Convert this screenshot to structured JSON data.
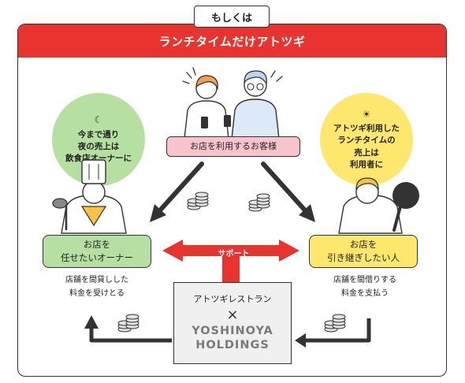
{
  "tag": "もしくは",
  "title": "ランチタイムだけアトツギ",
  "customer": "お店を利用するお客様",
  "left_bubble": {
    "lines": [
      "今まで通り",
      "夜の売上は",
      "飲食店オーナーに"
    ]
  },
  "right_bubble": {
    "lines": [
      "アトツギ利用した",
      "ランチタイムの",
      "売上は",
      "利用者に"
    ]
  },
  "owner": {
    "lines": [
      "お店を",
      "任せたいオーナー"
    ]
  },
  "successor": {
    "lines": [
      "お店を",
      "引き継ぎしたい人"
    ]
  },
  "owner_note": {
    "lines": [
      "店舗を間貸しした",
      "料金を受けとる"
    ]
  },
  "successor_note": {
    "lines": [
      "店舗を間借りする",
      "料金を支払う"
    ]
  },
  "support": "サポート",
  "hq": {
    "top": "アトツギレストラン",
    "x": "×",
    "brand_line1": "YOSHINOYA",
    "brand_line2": "HOLDINGS"
  },
  "colors": {
    "red": "#e8332f",
    "green": "#b5e0a2",
    "yellow": "#fde86d",
    "pink": "#f7c3cc",
    "hq_fill": "#f0f0f0"
  },
  "icons": {
    "moon": "☾",
    "sun": "☀"
  }
}
